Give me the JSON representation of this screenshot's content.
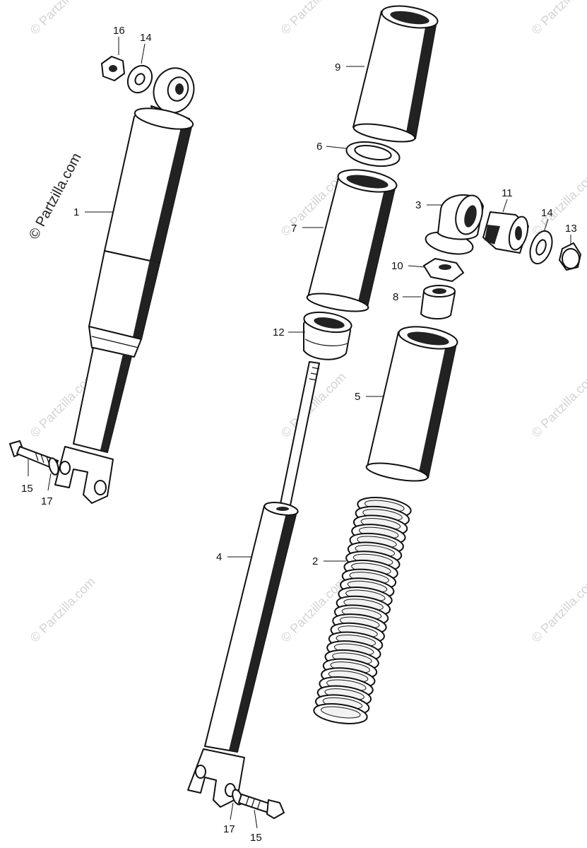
{
  "watermark": {
    "text": "© Partzilla.com"
  },
  "callouts": [
    {
      "id": "1",
      "label": "1"
    },
    {
      "id": "2",
      "label": "2"
    },
    {
      "id": "3",
      "label": "3"
    },
    {
      "id": "4",
      "label": "4"
    },
    {
      "id": "5",
      "label": "5"
    },
    {
      "id": "6",
      "label": "6"
    },
    {
      "id": "7",
      "label": "7"
    },
    {
      "id": "8",
      "label": "8"
    },
    {
      "id": "9",
      "label": "9"
    },
    {
      "id": "10",
      "label": "10"
    },
    {
      "id": "11",
      "label": "11"
    },
    {
      "id": "12",
      "label": "12"
    },
    {
      "id": "13",
      "label": "13"
    },
    {
      "id": "14a",
      "label": "14"
    },
    {
      "id": "14b",
      "label": "14"
    },
    {
      "id": "15a",
      "label": "15"
    },
    {
      "id": "15b",
      "label": "15"
    },
    {
      "id": "16",
      "label": "16"
    },
    {
      "id": "17a",
      "label": "17"
    },
    {
      "id": "17b",
      "label": "17"
    }
  ]
}
